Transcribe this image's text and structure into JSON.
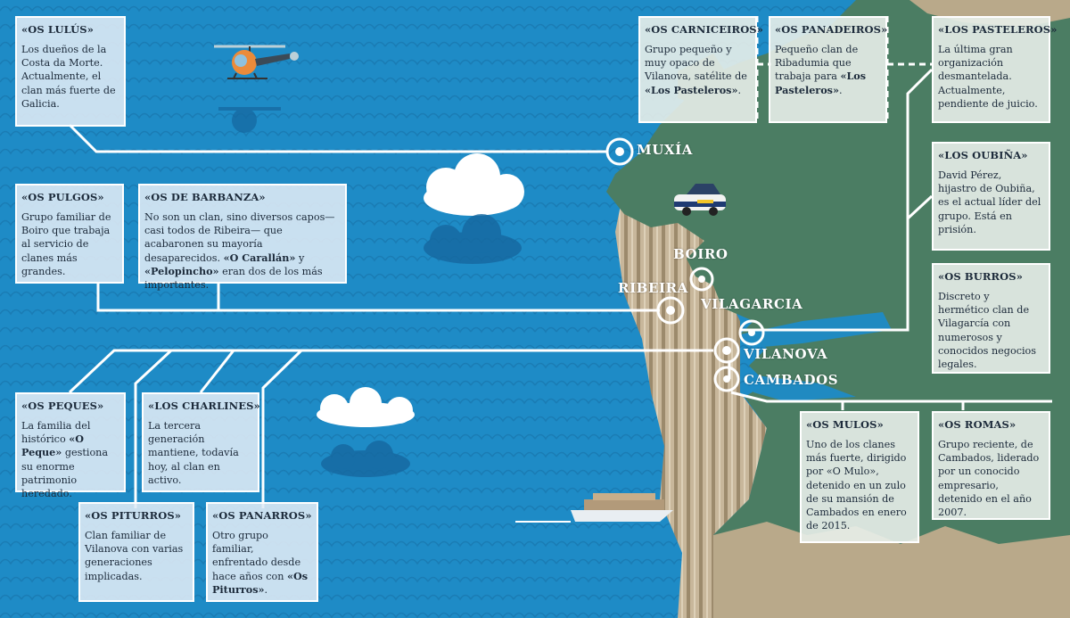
{
  "colors": {
    "sea": "#1e8bc6",
    "land": "#4b7d63",
    "beige": "#b5a689",
    "line": "#ffffff",
    "box_text": "#1c2a3a"
  },
  "places": {
    "muxia": "MUXÍA",
    "boiro": "BOIRO",
    "ribeira": "RIBEIRA",
    "vilagarcia": "VILAGARCIA",
    "vilanova": "VILANOVA",
    "cambados": "CAMBADOS"
  },
  "clans": {
    "lulus": {
      "title": "«OS LULÚS»",
      "text": "Los dueños de la Costa da Morte. Actualmente, el clan más fuerte de Galicia."
    },
    "pulgos": {
      "title": "«OS PULGOS»",
      "text": "Grupo familiar de Boiro que trabaja al servicio de clanes más grandes."
    },
    "barbanza": {
      "title": "«OS DE BARBANZA»",
      "text_a": "No son un clan, sino diversos capos—casi todos de Ribeira— que acabaronen su mayoría desaparecidos. ",
      "bold_1": "«O Carallán»",
      "text_b": " y ",
      "bold_2": "«Pelopincho»",
      "text_c": " eran dos de los más importantes."
    },
    "peques": {
      "title": "«OS PEQUES»",
      "text_a": "La familia del histórico ",
      "bold_1": "«O Peque»",
      "text_b": " gestiona su enorme patrimonio heredado."
    },
    "charlines": {
      "title": "«LOS CHARLINES»",
      "text": "La tercera generación mantiene, todavía hoy, al clan en activo."
    },
    "piturros": {
      "title": "«OS PITURROS»",
      "text": "Clan familiar de Vilanova con varias generaciones implicadas."
    },
    "panarros": {
      "title": "«OS PANARROS»",
      "text_a": "Otro grupo familiar, enfrentado desde hace años con ",
      "bold_1": "«Os Piturros»",
      "text_b": "."
    },
    "carniceiros": {
      "title": "«OS CARNICEIROS»",
      "text_a": "Grupo pequeño y muy opaco de Vilanova, satélite de ",
      "bold_1": "«Los Pasteleros»",
      "text_b": "."
    },
    "panadeiros": {
      "title": "«OS PANADEIROS»",
      "text_a": "Pequeño clan de Ribadumia que trabaja para ",
      "bold_1": "«Los Pasteleros»",
      "text_b": "."
    },
    "pasteleros": {
      "title": "«LOS PASTELEROS»",
      "text": "La última gran organización desmantelada. Actualmente, pendiente de juicio."
    },
    "oubina": {
      "title": "«LOS OUBIÑA»",
      "text": "David Pérez, hijastro de Oubiña, es el actual líder del grupo. Está en prisión."
    },
    "burros": {
      "title": "«OS BURROS»",
      "text": "Discreto y hermético clan de Vilagarcía con numerosos y conocidos negocios legales."
    },
    "mulos": {
      "title": "«OS MULOS»",
      "text": "Uno de los clanes más fuerte, dirigido por «O Mulo», detenido en un zulo de su mansión de Cambados en enero de 2015."
    },
    "romas": {
      "title": "«OS ROMAS»",
      "text": "Grupo reciente, de Cambados, liderado por un conocido empresario, detenido en el año 2007."
    }
  },
  "icons": [
    "helicopter-icon",
    "police-car-icon",
    "speedboat-icon",
    "cloud-icon"
  ]
}
